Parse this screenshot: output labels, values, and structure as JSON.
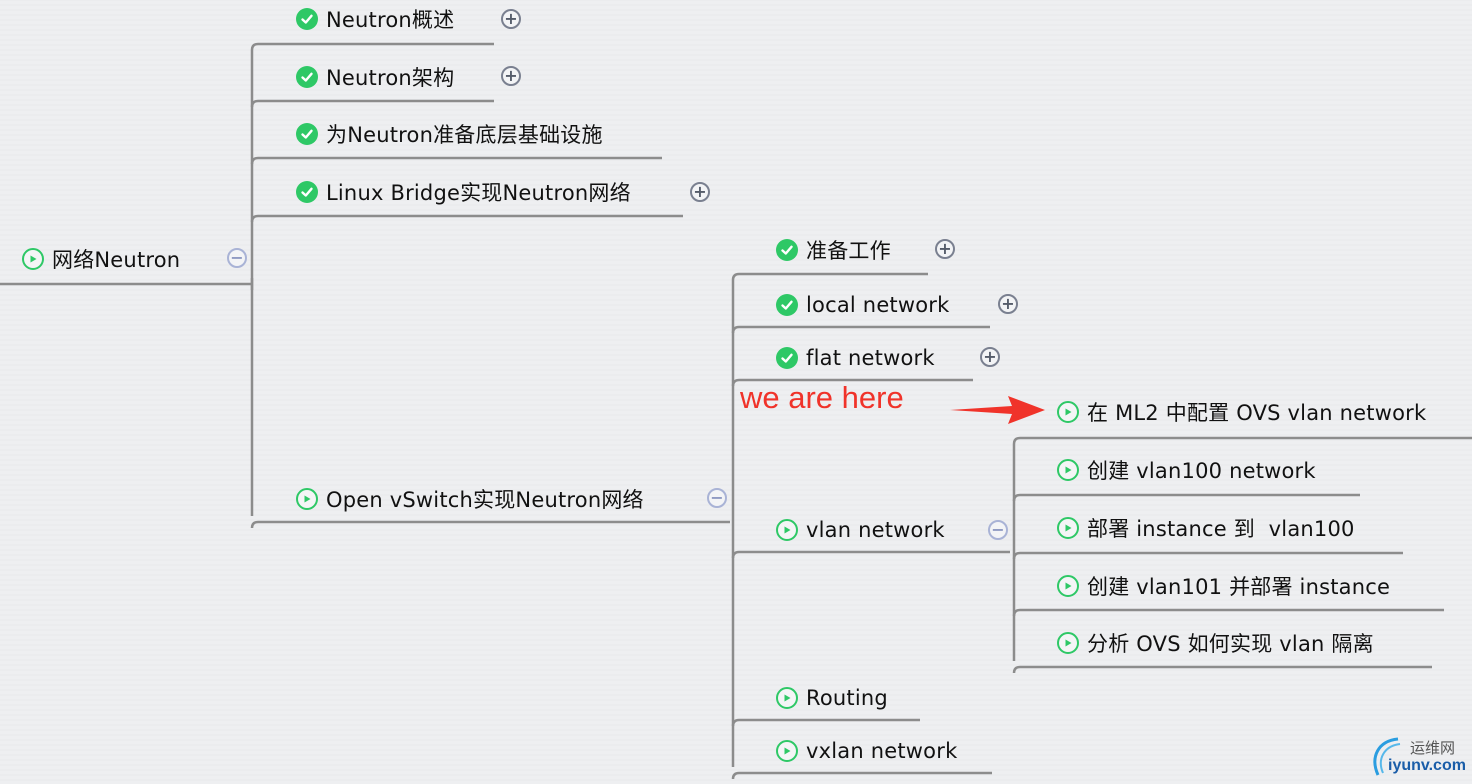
{
  "root": {
    "label": "网络Neutron",
    "icon": "play-icon",
    "expanded": true
  },
  "level1": [
    {
      "label": "Neutron概述",
      "icon": "check-icon",
      "toggle": "plus"
    },
    {
      "label": "Neutron架构",
      "icon": "check-icon",
      "toggle": "plus"
    },
    {
      "label": "为Neutron准备底层基础设施",
      "icon": "check-icon",
      "toggle": ""
    },
    {
      "label": "Linux Bridge实现Neutron网络",
      "icon": "check-icon",
      "toggle": "plus"
    },
    {
      "label": "Open vSwitch实现Neutron网络",
      "icon": "play-icon",
      "toggle": "minus"
    }
  ],
  "level2": [
    {
      "label": "准备工作",
      "icon": "check-icon",
      "toggle": "plus"
    },
    {
      "label": "local network",
      "icon": "check-icon",
      "toggle": "plus"
    },
    {
      "label": "flat network",
      "icon": "check-icon",
      "toggle": "plus"
    },
    {
      "label": "vlan network",
      "icon": "play-icon",
      "toggle": "minus"
    },
    {
      "label": "Routing",
      "icon": "play-icon",
      "toggle": ""
    },
    {
      "label": "vxlan network",
      "icon": "play-icon",
      "toggle": ""
    }
  ],
  "level3": [
    {
      "label": "在 ML2 中配置 OVS vlan network",
      "icon": "play-icon"
    },
    {
      "label": "创建 vlan100 network",
      "icon": "play-icon"
    },
    {
      "label": "部署 instance 到  vlan100",
      "icon": "play-icon"
    },
    {
      "label": "创建 vlan101 并部署 instance",
      "icon": "play-icon"
    },
    {
      "label": "分析 OVS 如何实现 vlan 隔离",
      "icon": "play-icon"
    }
  ],
  "annotation": {
    "text": "we are here",
    "color": "#f0332a"
  },
  "watermark": {
    "cn": "运维网",
    "en": "iyunv.com"
  },
  "colors": {
    "done": "#2ec866",
    "line": "#8a8a8a"
  }
}
